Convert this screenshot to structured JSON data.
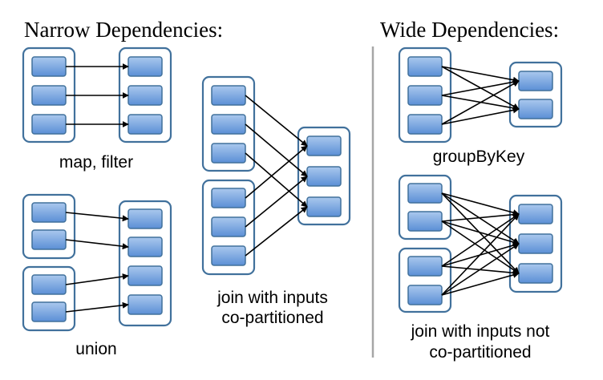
{
  "narrow": {
    "title": "Narrow Dependencies:",
    "map_filter_caption": "map, filter",
    "union_caption": "union",
    "join_caption_line1": "join with inputs",
    "join_caption_line2": "co-partitioned"
  },
  "wide": {
    "title": "Wide Dependencies:",
    "groupbykey_caption": "groupByKey",
    "join_caption_line1": "join with inputs not",
    "join_caption_line2": "co-partitioned"
  },
  "colors": {
    "partition_fill_top": "#aac8ee",
    "partition_fill_bottom": "#5b8fd6",
    "border": "#41719c",
    "divider": "#a6a6a6"
  }
}
